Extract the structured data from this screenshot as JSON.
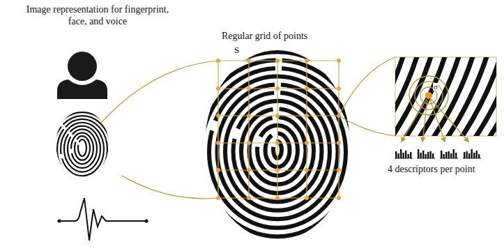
{
  "diagram": {
    "labels": [
      "Image representation for fingerprint, face, and voice",
      "Regular grid of points",
      "S",
      "σ",
      "4 descriptors per point"
    ]
  }
}
